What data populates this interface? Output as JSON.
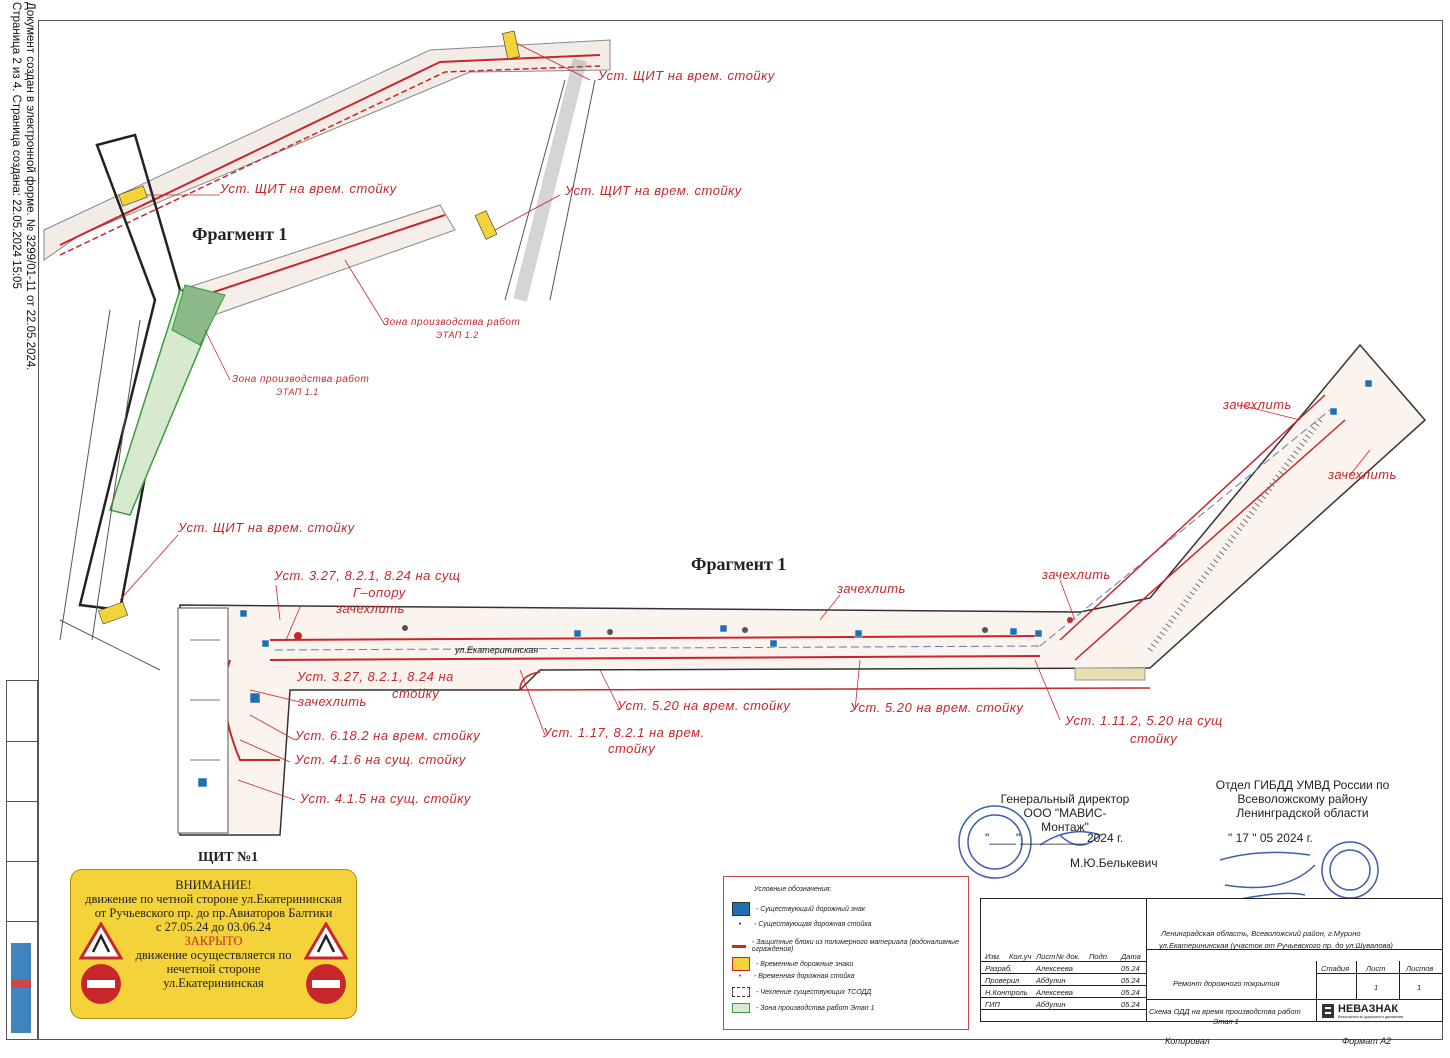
{
  "side_text": {
    "line1": "Документ создан в электронной форме. № 3299/01-11 от 22.05.2024.",
    "line2": "Страница 2 из 4. Страница создана: 22.05.2024 15:05"
  },
  "fragment_labels": [
    "Фрагмент 1",
    "Фрагмент 1"
  ],
  "annotations": [
    "Уст. ЩИТ на врем. стойку",
    "Уст. ЩИТ на врем. стойку",
    "Уст. ЩИТ на врем. стойку",
    "Зона производства работ",
    "ЭТАП 1.2",
    "Зона производства работ",
    "ЭТАП 1.1",
    "Уст. ЩИТ на врем. стойку",
    "Уст. 3.27, 8.2.1, 8.24 на сущ",
    "Г–опору",
    "зачехлить",
    "зачехлить",
    "зачехлить",
    "зачехлить",
    "зачехлить",
    "зачехлить",
    "Уст. 3.27, 8.2.1, 8.24 на",
    "стойку",
    "Уст. 6.18.2 на врем. стойку",
    "Уст. 4.1.6 на сущ. стойку",
    "Уст. 4.1.5 на сущ. стойку",
    "Уст. 1.17, 8.2.1 на врем.",
    "стойку",
    "Уст. 5.20 на врем. стойку",
    "Уст. 5.20 на врем. стойку",
    "Уст. 1.11.2, 5.20 на сущ",
    "стойку"
  ],
  "street_label": "ул.Екатерининская",
  "shield": {
    "title": "ЩИТ №1",
    "attention": "ВНИМАНИЕ!",
    "line1": "движение по четной стороне ул.Екатерининская",
    "line2": "от Ручьевского пр. до пр.Авиаторов Балтики",
    "line3": "с 27.05.24 до 03.06.24",
    "closed": "ЗАКРЫТО",
    "line4": "движение осуществляется по",
    "line5": "нечетной стороне",
    "line6": "ул.Екатерининская"
  },
  "legend": {
    "title": "Условные обозначения:",
    "items": [
      "- Существующий дорожный знак",
      "- Существующая дорожная стойка",
      "- Защитные блоки из полимерного материала (водоналивные ограждения)",
      "- Временные дорожные знаки",
      "- Временная дорожная стойка",
      "- Чехление существующих ТСОДД",
      "- Зона производства работ Этап 1"
    ]
  },
  "approval_left": {
    "line1": "Генеральный директор",
    "line2": "ООО \"МАВИС-Монтаж\"",
    "date": "\"____\"__________2024 г.",
    "name": "М.Ю.Белькевич"
  },
  "approval_right": {
    "line1": "Отдел ГИБДД УМВД России по",
    "line2": "Всеволожскому району",
    "line3": "Ленинградской области",
    "date": "\" 17 \"   05   2024 г."
  },
  "title_block": {
    "location": "Ленинградская область, Всеволожский район, г.Мурино",
    "street": "ул.Екатерининская (участок от Ручьевского пр. до ул.Шувалова)",
    "work": "Ремонт дорожного покрытия",
    "headers": [
      "Изм.",
      "Кол.уч",
      "Лист",
      "№ док.",
      "Подп.",
      "Дата"
    ],
    "rows": [
      {
        "role": "Разраб.",
        "name": "Алексеева",
        "date": "05.24"
      },
      {
        "role": "Проверил",
        "name": "Абдулин",
        "date": "05.24"
      },
      {
        "role": "Н.Контроль",
        "name": "Алексеева",
        "date": "05.24"
      },
      {
        "role": "ГИП",
        "name": "Абдулин",
        "date": "05.24"
      }
    ],
    "stage_headers": [
      "Стадия",
      "Лист",
      "Листов"
    ],
    "stage_values": [
      "",
      "1",
      "1"
    ],
    "scheme": "Схема ОДД на время производства работ",
    "stage": "Этап 1",
    "company": "НЕВАЗНАК",
    "company_sub": "безопасность дорожного движения",
    "copied": "Копировал",
    "format": "Формат А2"
  },
  "colors": {
    "red": "#c8262b",
    "yellow": "#f4d23a",
    "green": "#3c9a3c"
  }
}
